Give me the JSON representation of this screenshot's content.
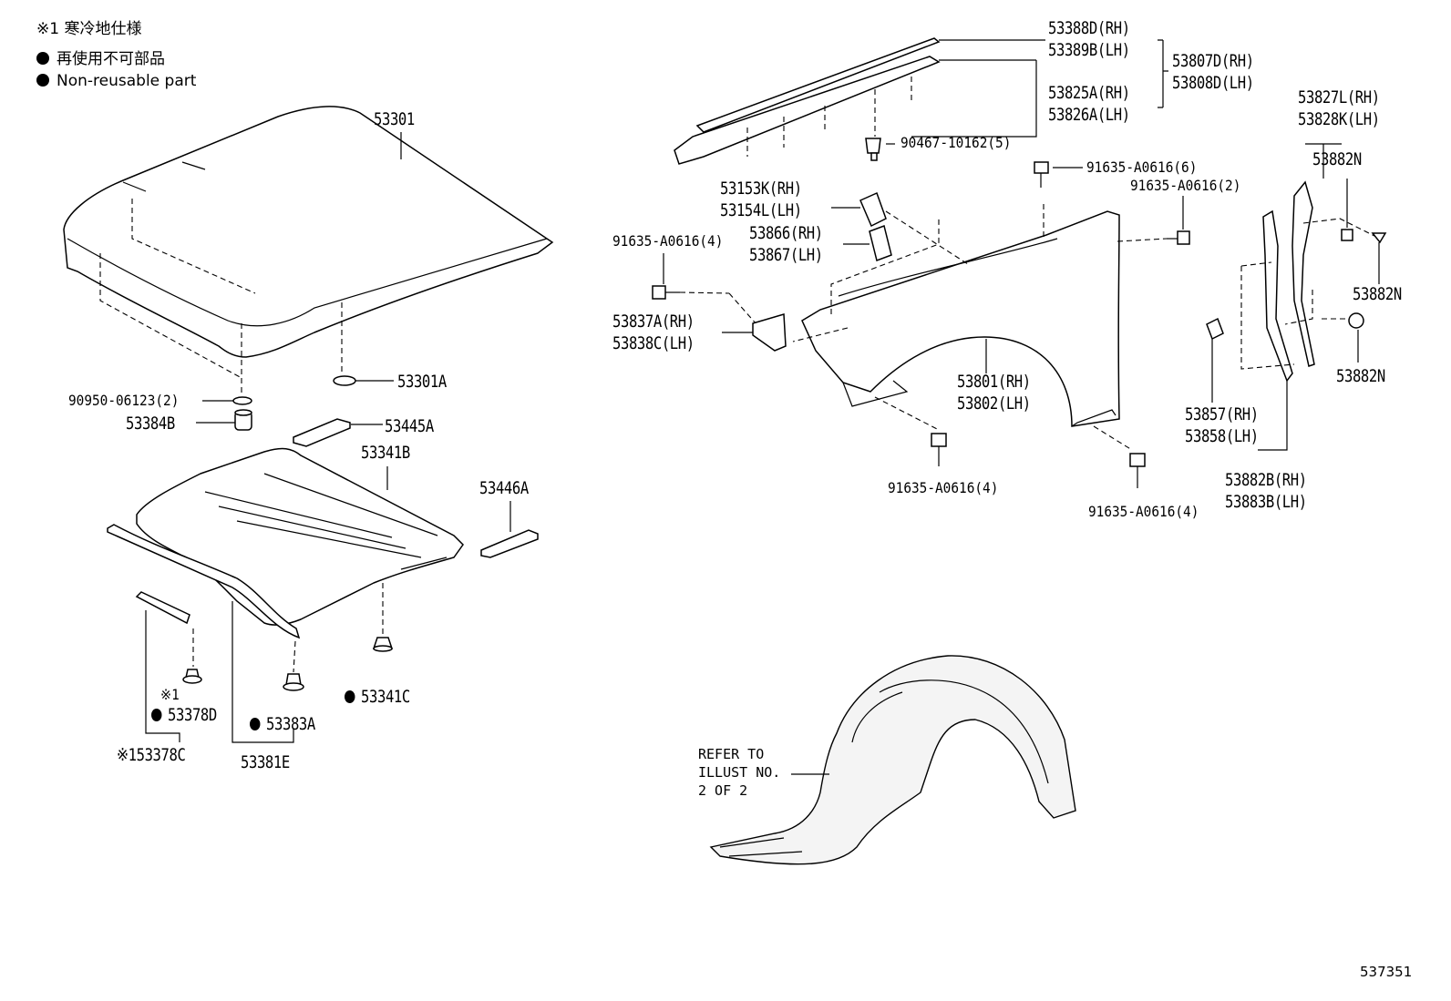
{
  "notes": {
    "cold": "※1 寒冷地仕様",
    "nonreusable_ja": "再使用不可部品",
    "nonreusable_en": "Non-reusable part"
  },
  "labels": {
    "hood": "53301",
    "hood_pad": "53301A",
    "hood_clip_qty": "90950-06123(2)",
    "hood_cushion": "53384B",
    "bracket_53445A": "53445A",
    "insulator": "53341B",
    "bracket_53446A": "53446A",
    "clip_53341C": "53341C",
    "clip_53383A": "53383A",
    "clip_53378D": "53378D",
    "seal_53378C": "53378C",
    "seal_53381E": "53381E",
    "cold_mark_small": "※1",
    "cold_mark_c": "※1",
    "seal_rh": "53388D(RH)",
    "seal_lh": "53389B(LH)",
    "seal_set_rh": "53807D(RH)",
    "seal_set_lh": "53808D(LH)",
    "cover_rh": "53825A(RH)",
    "cover_lh": "53826A(LH)",
    "clip_90467": "90467-10162(5)",
    "bolt_6": "91635-A0616(6)",
    "bolt_2": "91635-A0616(2)",
    "bracket_53153K": "53153K(RH)",
    "bracket_53154L": "53154L(LH)",
    "bracket_53866": "53866(RH)",
    "bracket_53867": "53867(LH)",
    "bolt_4_left": "91635-A0616(4)",
    "bracket_53837A": "53837A(RH)",
    "bracket_53838C": "53838C(LH)",
    "fender_rh": "53801(RH)",
    "fender_lh": "53802(LH)",
    "bolt_4_mid": "91635-A0616(4)",
    "bolt_4_right": "91635-A0616(4)",
    "liner_rh": "53827L(RH)",
    "liner_lh": "53828K(LH)",
    "clip_n1": "53882N",
    "clip_n2": "53882N",
    "clip_n3": "53882N",
    "seal_53857": "53857(RH)",
    "seal_53858": "53858(LH)",
    "seal_53882B": "53882B(RH)",
    "seal_53883B": "53883B(LH)",
    "refer": "REFER TO\nILLUST NO.\n2 OF 2",
    "illustration_code": "537351"
  }
}
